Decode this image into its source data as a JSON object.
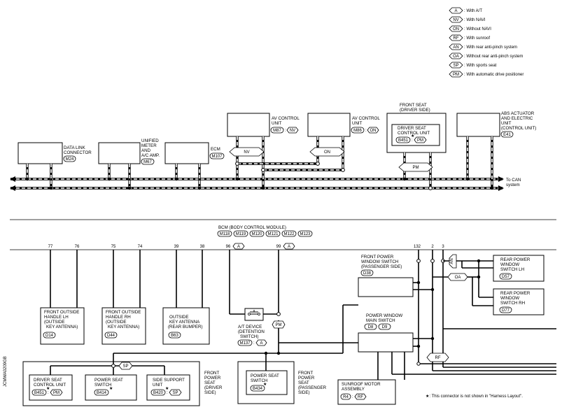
{
  "legend": [
    {
      "code": "A",
      "text": ": With A/T"
    },
    {
      "code": "NV",
      "text": ": With NAVI"
    },
    {
      "code": "ON",
      "text": ": Without NAVI"
    },
    {
      "code": "RF",
      "text": ": With sunroof"
    },
    {
      "code": "AN",
      "text": ": With rear anti-pinch system"
    },
    {
      "code": "OA",
      "text": ": Without rear anti-pinch system"
    },
    {
      "code": "SP",
      "text": ": With sports seat"
    },
    {
      "code": "PM",
      "text": ": With automatic drive positioner"
    }
  ],
  "top": {
    "data_link": {
      "l1": "DATA LINK",
      "l2": "CONNECTOR",
      "conn": "M24"
    },
    "meter": {
      "l1": "UNIFIED",
      "l2": "METER",
      "l3": "AND",
      "l4": "A/C AMP.",
      "conn": "M67"
    },
    "ecm": {
      "l1": "ECM",
      "conn": "M107"
    },
    "av_nv": {
      "l1": "AV CONTROL",
      "l2": "UNIT",
      "conn": "M87",
      "opt": "NV"
    },
    "av_on": {
      "l1": "AV CONTROL",
      "l2": "UNIT",
      "conn": "M86",
      "opt": "ON"
    },
    "front_seat": {
      "l1": "FRONT SEAT",
      "l2": "(DRIVER SIDE)",
      "u1": "DRIVER SEAT",
      "u2": "CONTROL UNIT",
      "conn": "B451",
      "star": "★",
      "opt": "PM"
    },
    "abs": {
      "l1": "ABS ACTUATOR",
      "l2": "AND ELECTRIC",
      "l3": "UNIT",
      "l4": "(CONTROL UNIT)",
      "conn": "E41"
    },
    "nv_hex": "NV",
    "on_hex": "ON",
    "pm_hex": "PM",
    "to_can_1": "To CAN",
    "to_can_2": "system"
  },
  "bcm": {
    "title": "BCM (BODY CONTROL MODULE)",
    "conns": [
      "M118",
      "M119",
      "M120",
      "M121",
      "M122",
      "M123"
    ]
  },
  "pins": {
    "p77": "77",
    "p76": "76",
    "p75": "75",
    "p74": "74",
    "p39": "39",
    "p38": "38",
    "p96": "96",
    "a96": "A",
    "p99": "99",
    "a99": "A",
    "p132": "132",
    "p2": "2",
    "p3": "3"
  },
  "bottom": {
    "fo_lh": {
      "l1": "FRONT OUTSIDE",
      "l2": "HANDLE LH",
      "l3": "(OUTSIDE",
      "l4": "KEY ANTENNA)",
      "conn": "D14"
    },
    "fo_rh": {
      "l1": "FRONT OUTSIDE",
      "l2": "HANDLE RH",
      "l3": "(OUTSIDE",
      "l4": "KEY ANTENNA)",
      "conn": "D44"
    },
    "ok_ant": {
      "l1": "OUTSIDE",
      "l2": "KEY ANTENNA",
      "l3": "(REAR BUMPER)",
      "conn": "B63"
    },
    "at_dev": {
      "l1": "A/T DEVICE",
      "l2": "(DETENTION",
      "l3": "SWITCH)",
      "conn": "M137",
      "opt": "A",
      "pm": "PM"
    },
    "fpw_pass": {
      "l1": "FRONT POWER",
      "l2": "WINDOW SWITCH",
      "l3": "(PASSENGER SIDE)",
      "conn": "D38"
    },
    "rpw_lh": {
      "l1": "REAR POWER",
      "l2": "WINDOW",
      "l3": "SWITCH LH",
      "conn": "D57"
    },
    "rpw_rh": {
      "l1": "REAR POWER",
      "l2": "WINDOW",
      "l3": "SWITCH RH",
      "conn": "D77"
    },
    "an_hex": "AN",
    "oa_hex": "OA",
    "rf_hex": "RF",
    "pw_main": {
      "l1": "POWER WINDOW",
      "l2": "MAIN SWITCH",
      "conn1": "D8",
      "conn2": "D9"
    },
    "fs_driver": {
      "l1": "FRONT",
      "l2": "POWER",
      "l3": "SEAT",
      "l4": "(DRIVER",
      "l5": "SIDE)",
      "sp": "SP"
    },
    "dscu": {
      "l1": "DRIVER SEAT",
      "l2": "CONTROL UNIT",
      "conn": "B451",
      "star": "★",
      "opt": "PM"
    },
    "pss": {
      "l1": "POWER SEAT",
      "l2": "SWITCH",
      "conn": "B414",
      "star": "★"
    },
    "ssu": {
      "l1": "SIDE SUPPORT",
      "l2": "UNIT",
      "conn": "B420",
      "star": "★",
      "opt": "SP"
    },
    "fps_pass": {
      "l1": "FRONT",
      "l2": "POWER",
      "l3": "SEAT",
      "l4": "(PASSENGER",
      "l5": "SIDE)",
      "u1": "POWER SEAT",
      "u2": "SWITCH",
      "conn": "B434",
      "star": "★"
    },
    "sunroof": {
      "l1": "SUNROOF MOTOR",
      "l2": "ASSEMBLY",
      "conn": "R4",
      "opt": "RF"
    }
  },
  "footnote": "★: This connector is not shown in \"Harness Layout\".",
  "side_code": "JCMWA0209GB"
}
